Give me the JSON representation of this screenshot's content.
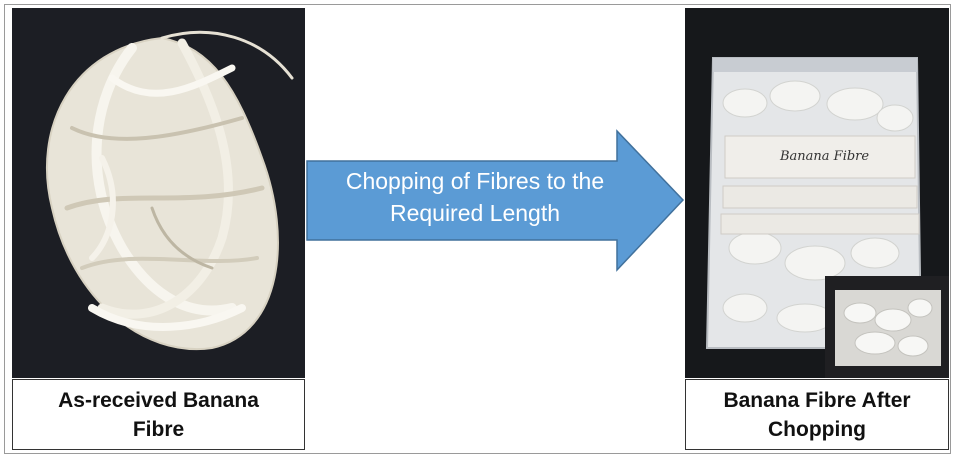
{
  "arrow": {
    "line1": "Chopping of Fibres to the",
    "line2": "Required Length",
    "fill_color": "#5b9bd5",
    "stroke_color": "#41719c"
  },
  "left_panel": {
    "caption_line1": "As-received Banana",
    "caption_line2": "Fibre"
  },
  "right_panel": {
    "caption_line1": "Banana Fibre After",
    "caption_line2": "Chopping",
    "bag_label": "Banana Fibre"
  }
}
